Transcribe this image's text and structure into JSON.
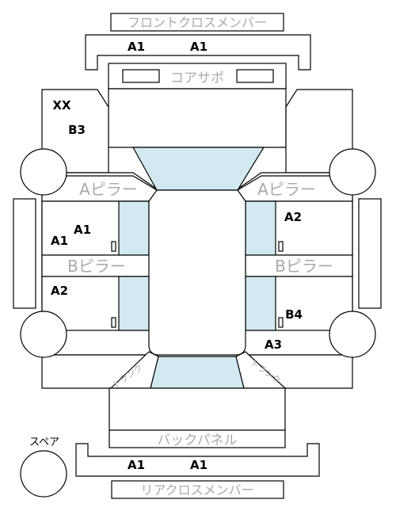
{
  "parts": {
    "front_cross_member": "フロントクロスメンバー",
    "core_support": "コアサポ",
    "a_pillar_left": "Aピラー",
    "a_pillar_right": "Aピラー",
    "b_pillar_left": "Bピラー",
    "b_pillar_right": "Bピラー",
    "back_panel": "バックパネル",
    "rear_cross_member": "リアクロスメンバー",
    "spare": "スペア",
    "trunk_left": "トランク",
    "trunk_right": "トランク"
  },
  "codes": {
    "front_cross_left": "A1",
    "front_cross_right": "A1",
    "front_left_upper": "XX",
    "front_left_lower": "B3",
    "front_door_left_a": "A1",
    "front_door_left_b": "A1",
    "front_door_right": "A2",
    "rear_door_left": "A2",
    "rear_door_right": "B4",
    "rear_quarter_right": "A3",
    "rear_cross_left": "A1",
    "rear_cross_right": "A1"
  },
  "colors": {
    "outline": "#000000",
    "glass": "#d2e9f1",
    "part_label": "#aaaaaa",
    "code_label": "#000000"
  }
}
